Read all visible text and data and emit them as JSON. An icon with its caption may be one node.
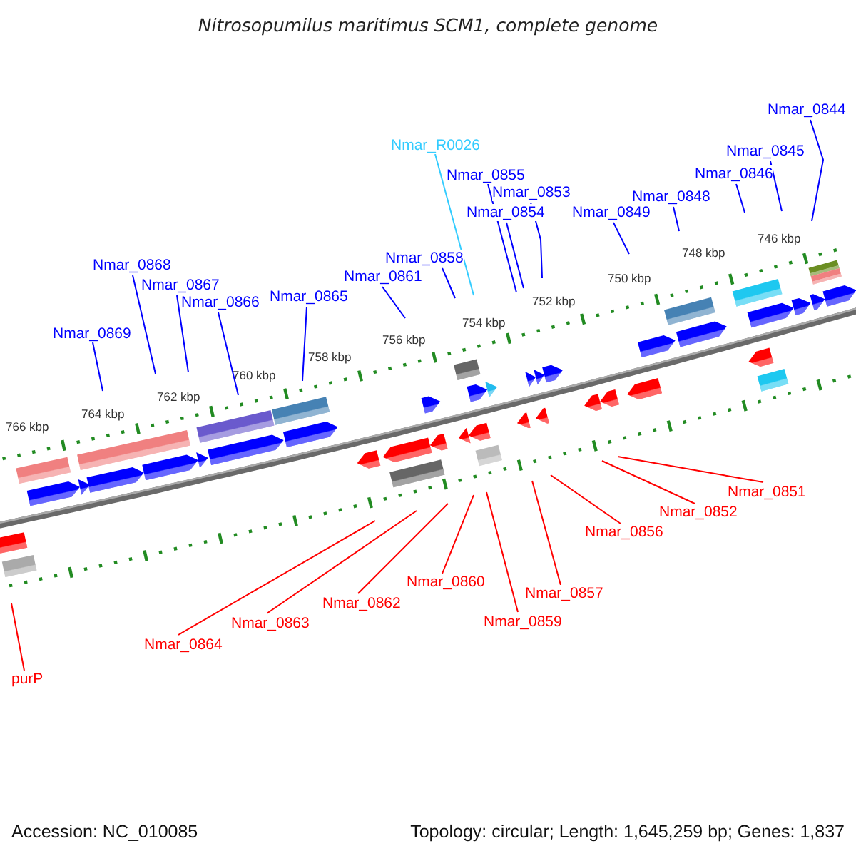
{
  "diagram": {
    "title": "Nitrosopumilus maritimus SCM1, complete genome",
    "nodes": [
      {
        "text": [
          "Nmar_0844"
        ]
      },
      {
        "text": [
          "Nmar_R0026"
        ]
      },
      {
        "text": [
          "Nmar_0845"
        ]
      },
      {
        "text": [
          "Nmar_0855"
        ]
      },
      {
        "text": [
          "Nmar_0846"
        ]
      },
      {
        "text": [
          "Nmar_0853"
        ]
      },
      {
        "text": [
          "Nmar_0848"
        ]
      },
      {
        "text": [
          "Nmar_0854"
        ]
      },
      {
        "text": [
          "Nmar_0849"
        ]
      },
      {
        "text": [
          "Nmar_0868"
        ]
      },
      {
        "text": [
          "Nmar_0858"
        ]
      },
      {
        "text": [
          "Nmar_0867"
        ]
      },
      {
        "text": [
          "Nmar_0861"
        ]
      },
      {
        "text": [
          "Nmar_0866"
        ]
      },
      {
        "text": [
          "Nmar_0865"
        ]
      },
      {
        "text": [
          "Nmar_0869"
        ]
      },
      {
        "text": [
          "Nmar_0851"
        ]
      },
      {
        "text": [
          "Nmar_0852"
        ]
      },
      {
        "text": [
          "Nmar_0856"
        ]
      },
      {
        "text": [
          "Nmar_0860"
        ]
      },
      {
        "text": [
          "Nmar_0857"
        ]
      },
      {
        "text": [
          "Nmar_0862"
        ]
      },
      {
        "text": [
          "Nmar_0859"
        ]
      },
      {
        "text": [
          "Nmar_0863"
        ]
      },
      {
        "text": [
          "Nmar_0864"
        ]
      },
      {
        "text": [
          "purP"
        ]
      }
    ],
    "edges": [
      {
        "from": 0,
        "to": null,
        "arrow": "none"
      },
      {
        "from": 1,
        "to": null,
        "arrow": "none",
        "color": "#33ccff"
      },
      {
        "from": 2,
        "to": null,
        "arrow": "none"
      },
      {
        "from": 3,
        "to": null,
        "arrow": "none"
      },
      {
        "from": 4,
        "to": null,
        "arrow": "none"
      },
      {
        "from": 5,
        "to": null,
        "arrow": "none"
      },
      {
        "from": 6,
        "to": null,
        "arrow": "none"
      },
      {
        "from": 7,
        "to": null,
        "arrow": "none"
      },
      {
        "from": 8,
        "to": null,
        "arrow": "none"
      },
      {
        "from": 9,
        "to": null,
        "arrow": "none"
      },
      {
        "from": 10,
        "to": null,
        "arrow": "none"
      },
      {
        "from": 11,
        "to": null,
        "arrow": "none"
      },
      {
        "from": 12,
        "to": null,
        "arrow": "none"
      },
      {
        "from": 13,
        "to": null,
        "arrow": "none"
      },
      {
        "from": 14,
        "to": null,
        "arrow": "none"
      },
      {
        "from": 15,
        "to": null,
        "arrow": "none"
      },
      {
        "from": 16,
        "to": null,
        "arrow": "none",
        "color": "#ff0000"
      },
      {
        "from": 17,
        "to": null,
        "arrow": "none",
        "color": "#ff0000"
      },
      {
        "from": 18,
        "to": null,
        "arrow": "none",
        "color": "#ff0000"
      },
      {
        "from": 19,
        "to": null,
        "arrow": "none",
        "color": "#ff0000"
      },
      {
        "from": 20,
        "to": null,
        "arrow": "none",
        "color": "#ff0000"
      },
      {
        "from": 21,
        "to": null,
        "arrow": "none",
        "color": "#ff0000"
      },
      {
        "from": 22,
        "to": null,
        "arrow": "none",
        "color": "#ff0000"
      },
      {
        "from": 23,
        "to": null,
        "arrow": "none",
        "color": "#ff0000"
      },
      {
        "from": 24,
        "to": null,
        "arrow": "none",
        "color": "#ff0000"
      },
      {
        "from": 25,
        "to": null,
        "arrow": "none",
        "color": "#ff0000"
      }
    ],
    "labels": [
      "766 kbp",
      "764 kbp",
      "762 kbp",
      "760 kbp",
      "758 kbp",
      "756 kbp",
      "754 kbp",
      "752 kbp",
      "750 kbp",
      "748 kbp",
      "746 kbp",
      "Accession: NC_010085",
      "Topology: circular; Length: 1,645,259 bp; Genes: 1,837"
    ]
  }
}
